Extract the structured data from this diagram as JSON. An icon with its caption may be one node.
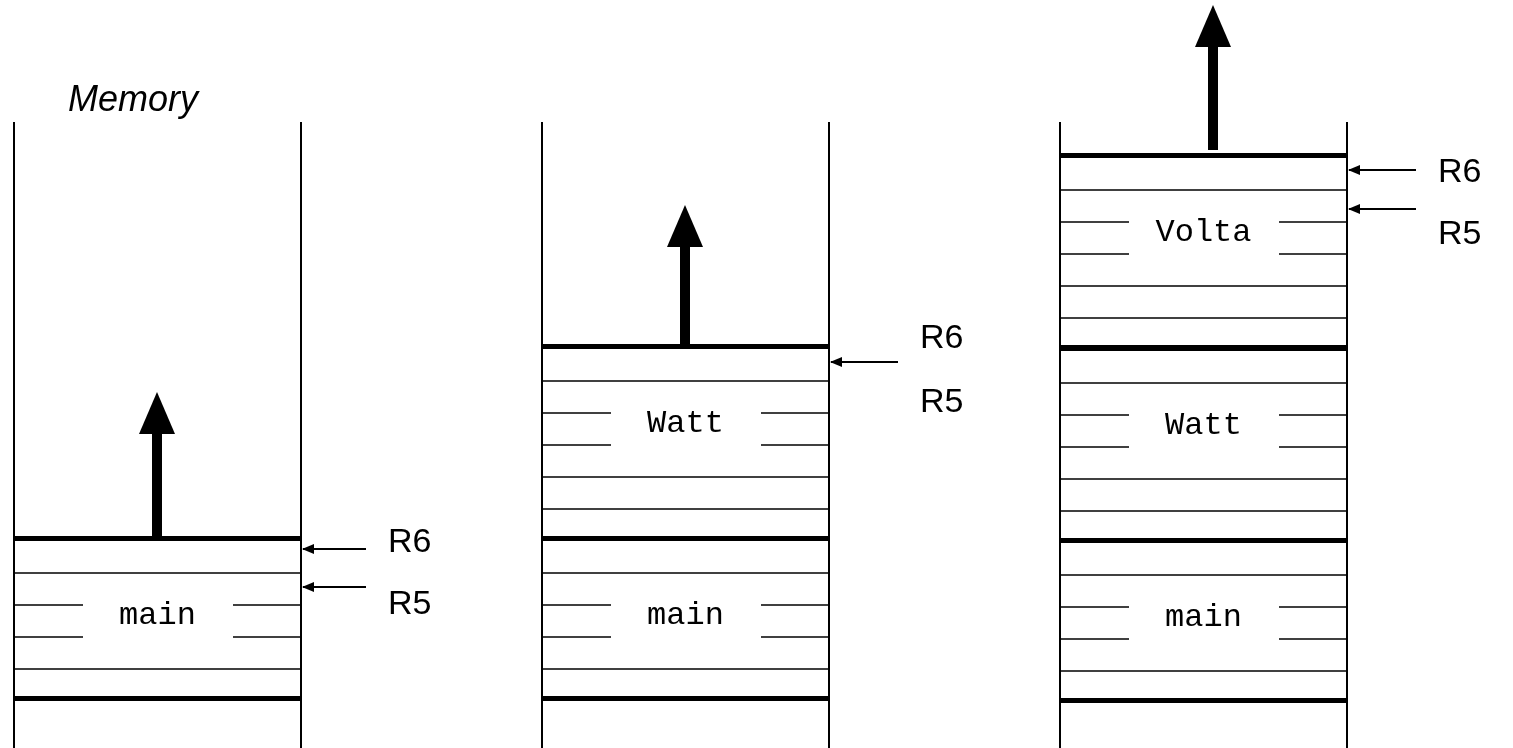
{
  "diagram": {
    "nodes": [
      {
        "text": [
          "main"
        ]
      },
      {
        "text": [
          "R6"
        ]
      },
      {
        "text": [
          "R5"
        ]
      },
      {
        "text": [
          "Watt"
        ]
      },
      {
        "text": [
          "main"
        ]
      },
      {
        "text": [
          "R6",
          "R5"
        ]
      },
      {
        "text": [
          "Volta"
        ]
      },
      {
        "text": [
          "Watt"
        ]
      },
      {
        "text": [
          "main"
        ]
      },
      {
        "text": [
          "R6"
        ]
      },
      {
        "text": [
          "R5"
        ]
      }
    ],
    "edges": [
      {
        "from": 1,
        "to": 0,
        "arrow": "to"
      },
      {
        "from": 2,
        "to": 0,
        "arrow": "to"
      },
      {
        "from": 5,
        "to": 3,
        "arrow": "to"
      },
      {
        "from": 9,
        "to": 6,
        "arrow": "to"
      },
      {
        "from": 10,
        "to": 6,
        "arrow": "to"
      }
    ],
    "labels": [
      "Memory"
    ]
  }
}
